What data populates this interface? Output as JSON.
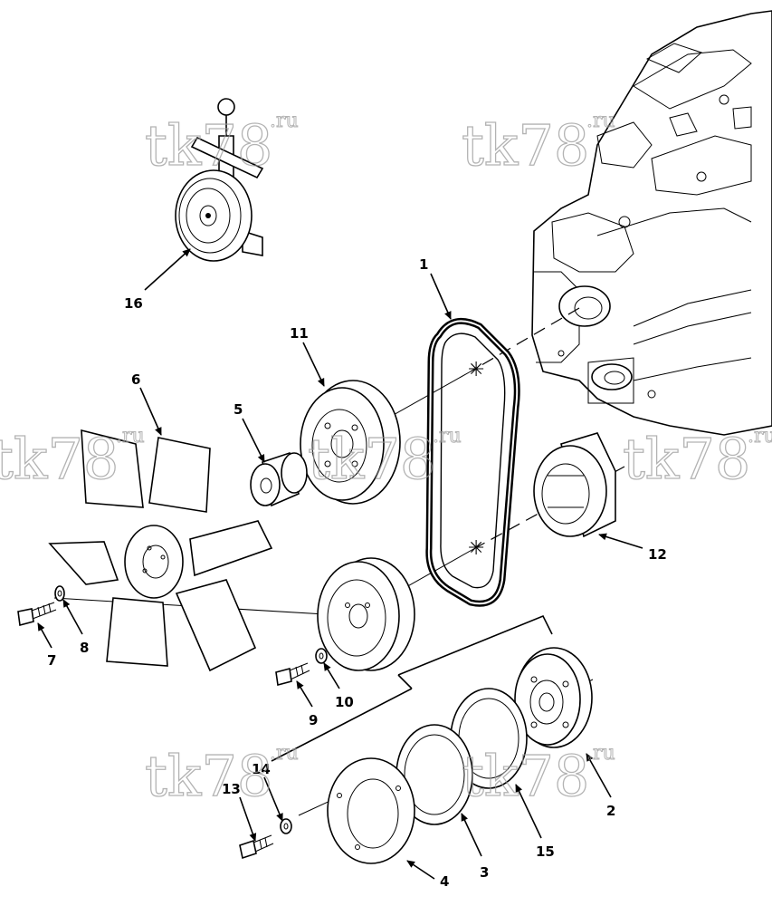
{
  "watermark": {
    "main": "tk78",
    "suffix": ".ru"
  },
  "callouts": {
    "c1": "1",
    "c2": "2",
    "c3": "3",
    "c4": "4",
    "c5": "5",
    "c6": "6",
    "c7": "7",
    "c8": "8",
    "c9": "9",
    "c10": "10",
    "c11": "11",
    "c12": "12",
    "c13": "13",
    "c14": "14",
    "c15": "15",
    "c16": "16"
  }
}
